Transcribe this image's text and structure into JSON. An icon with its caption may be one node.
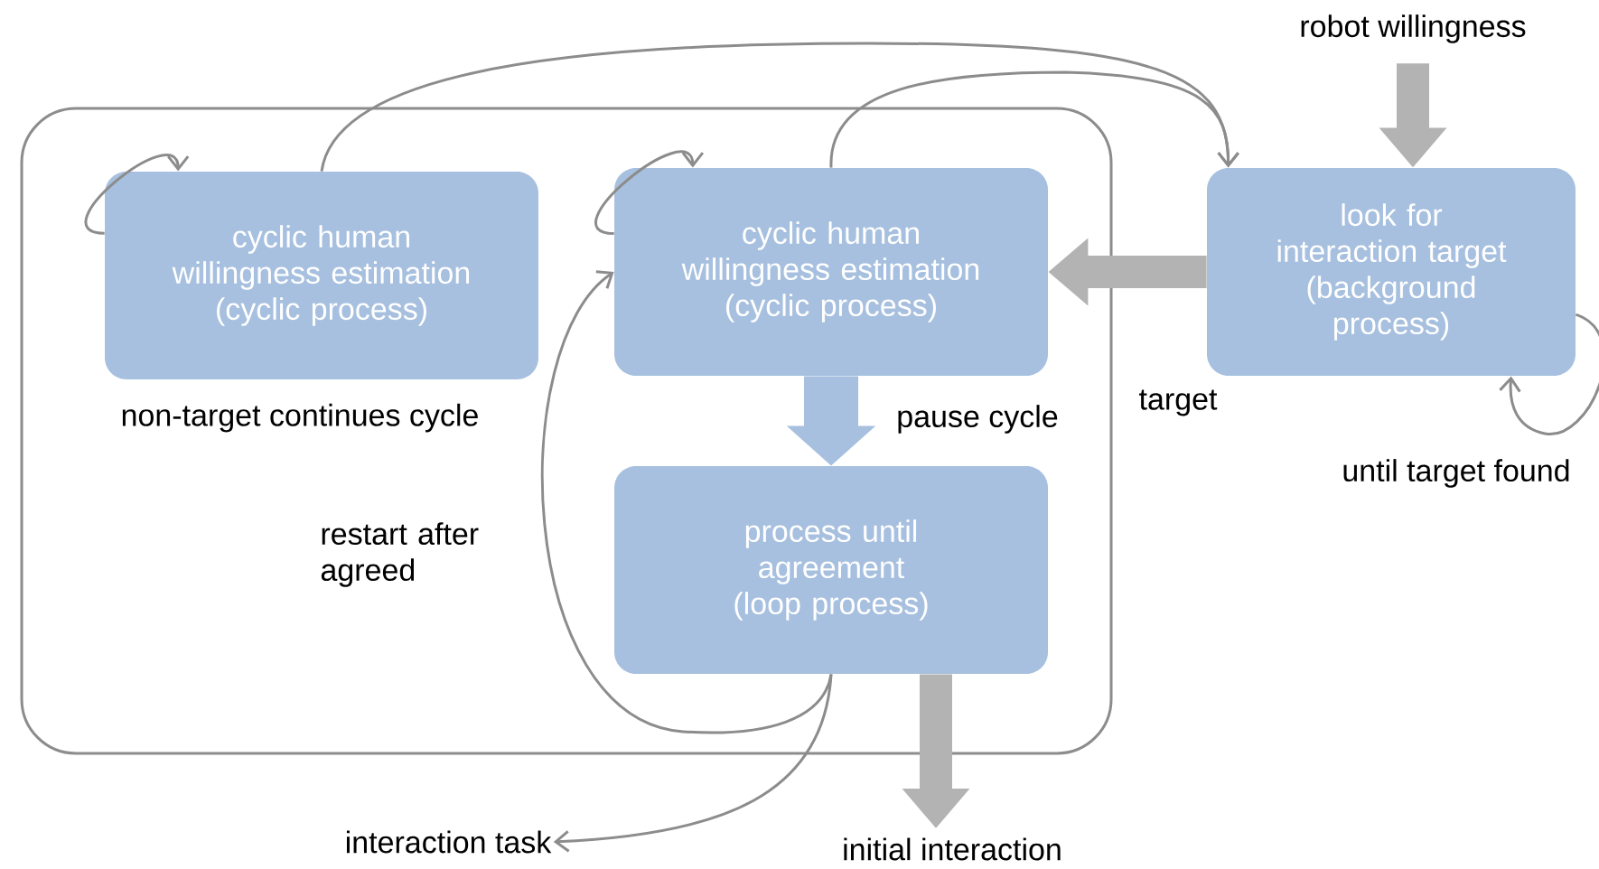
{
  "diagram": {
    "nodes": [
      {
        "text": [],
        "shape": "box"
      },
      {
        "text": [
          "cyclic human willingness estimation (cyclic process)"
        ],
        "in": 0,
        "beside": [
          "non-target continues cycle"
        ]
      },
      {
        "text": [
          "cyclic human willingness estimation (cyclic process)"
        ],
        "in": 0
      },
      {
        "text": [
          "process until agreement (loop process)"
        ],
        "in": 0
      },
      {
        "text": [
          "look for interaction target (background process)"
        ]
      },
      {
        "text": [
          "robot willingness"
        ]
      },
      {
        "text": [
          "interaction task"
        ]
      },
      {
        "text": [
          "initial interaction"
        ]
      }
    ],
    "edges": [
      {
        "from": 1,
        "to": 1,
        "arrow": "to"
      },
      {
        "from": 2,
        "to": 2,
        "arrow": "to"
      },
      {
        "from": 1,
        "to": 4,
        "arrow": "to"
      },
      {
        "from": 2,
        "to": 4,
        "arrow": "to"
      },
      {
        "from": 4,
        "to": 2,
        "arrow": "to",
        "label": "target",
        "style": "thick",
        "color": "#b3b3b3"
      },
      {
        "from": 4,
        "to": 4,
        "arrow": "to",
        "label": "until target found"
      },
      {
        "from": 2,
        "to": 3,
        "arrow": "to",
        "label": "pause cycle",
        "style": "thick",
        "color": "#a7c0df"
      },
      {
        "from": 3,
        "to": 2,
        "arrow": "to",
        "label": "restart after agreed"
      },
      {
        "from": 3,
        "to": 6,
        "arrow": "to"
      },
      {
        "from": 3,
        "to": 7,
        "arrow": "to",
        "style": "thick",
        "color": "#b3b3b3"
      },
      {
        "from": 5,
        "to": 4,
        "arrow": "to",
        "style": "thick",
        "color": "#b3b3b3"
      }
    ]
  }
}
